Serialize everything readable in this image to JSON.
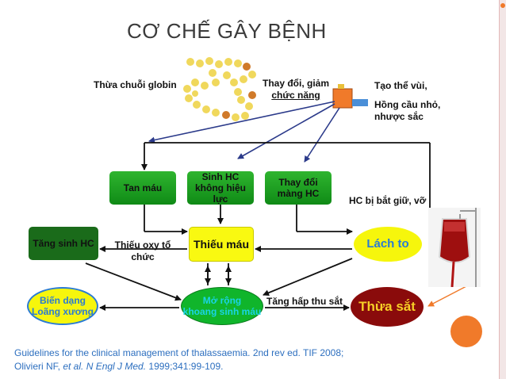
{
  "slide": {
    "title": "CƠ CHẾ GÂY BỆNH",
    "labels": {
      "thua_chuoi_globin": "Thừa chuỗi globin",
      "thay_doi_giam_line1": "Thay đổi, giảm",
      "thay_doi_giam_line2": "chức năng",
      "tao_the_vui": "Tạo thể vùi,",
      "hong_cau_nho_line1": "Hồng cầu nhỏ,",
      "hong_cau_nho_line2": "nhược sắc",
      "hc_bi_bat_giu": "HC bị bắt giữ, vỡ",
      "thieu_oxy_line1": "Thiếu oxy tổ",
      "thieu_oxy_line2": "chức",
      "tang_hap_thu_sat": "Tăng hấp thu sắt"
    },
    "boxes": {
      "tan_mau": "Tan máu",
      "sinh_hc_line1": "Sinh HC",
      "sinh_hc_line2": "không hiệu lực",
      "thay_doi_mang_line1": "Thay đổi",
      "thay_doi_mang_line2": "màng HC",
      "tang_sinh_hc": "Tăng sinh HC",
      "thieu_mau": "Thiếu máu",
      "lach_to": "Lách to",
      "bien_dang_line1": "Biến dạng",
      "bien_dang_line2": "Loãng xương",
      "mo_rong_line1": "Mở rộng",
      "mo_rong_line2": "khoang sinh máu",
      "thua_sat": "Thừa sắt"
    },
    "citation": {
      "line1": "Guidelines for the clinical management of thalassaemia. 2nd rev ed. TIF 2008;",
      "line2_prefix": "Olivieri NF, ",
      "line2_italic": "et al. N Engl J Med.",
      "line2_suffix": " 1999;341:99-109."
    },
    "colors": {
      "green_box": "#1a9e22",
      "dark_green_box": "#1a6b1a",
      "yellow": "#f6f60c",
      "red_oval": "#8a0b0b",
      "citation_text": "#2d6fbf",
      "accent_orange": "#f07a2a"
    }
  }
}
